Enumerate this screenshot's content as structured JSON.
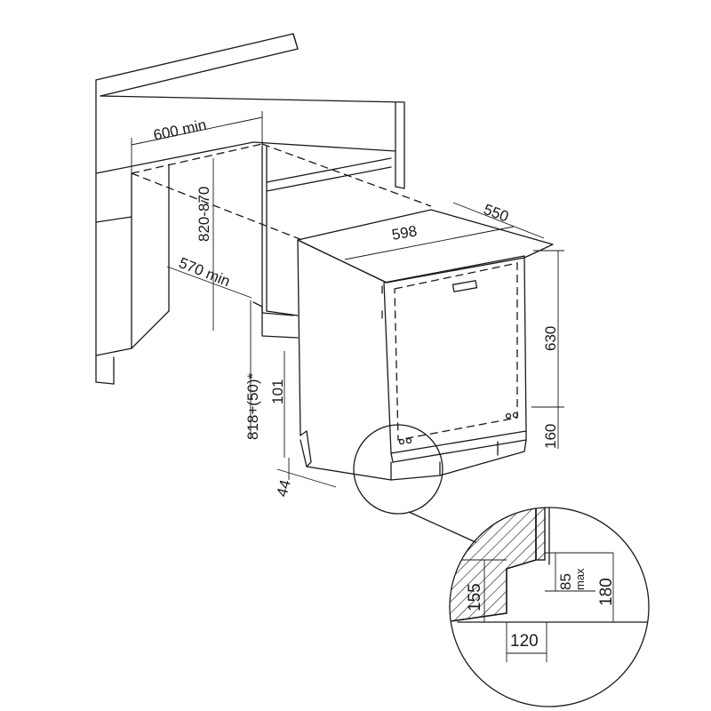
{
  "dimensions": {
    "cabinet_width": "600 min",
    "niche_height": "820-870",
    "niche_depth": "570 min",
    "plinth_text": "818+(50)*",
    "plinth_height": "101",
    "foot_offset": "44",
    "appliance_width": "598",
    "appliance_depth": "550",
    "body_height": "630",
    "base_height": "160"
  },
  "detail": {
    "step_height": "155",
    "panel_height": "85",
    "panel_note": "max",
    "total_height": "180",
    "step_depth": "120"
  }
}
